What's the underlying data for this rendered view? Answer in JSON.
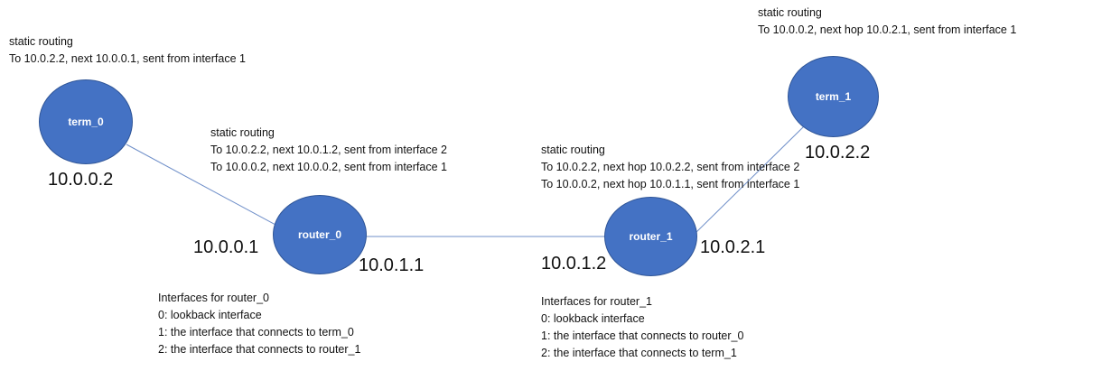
{
  "colors": {
    "node_fill": "#4472c4",
    "node_border": "#2f5597",
    "link": "#6f8fc9",
    "text": "#111111"
  },
  "nodes": {
    "term_0": {
      "label": "term_0"
    },
    "router_0": {
      "label": "router_0"
    },
    "router_1": {
      "label": "router_1"
    },
    "term_1": {
      "label": "term_1"
    }
  },
  "ip_addresses": {
    "term_0": "10.0.0.2",
    "router_0_if1": "10.0.0.1",
    "router_0_if2": "10.0.1.1",
    "router_1_if1": "10.0.1.2",
    "router_1_if2": "10.0.2.1",
    "term_1": "10.0.2.2"
  },
  "routing_notes": {
    "term_0": {
      "title": "static routing",
      "lines": [
        "To 10.0.2.2, next 10.0.0.1, sent from interface 1"
      ]
    },
    "router_0": {
      "title": "static routing",
      "lines": [
        "To 10.0.2.2, next 10.0.1.2, sent from interface 2",
        "To 10.0.0.2, next 10.0.0.2, sent from interface 1"
      ]
    },
    "router_1": {
      "title": "static routing",
      "lines": [
        "To 10.0.2.2, next  hop 10.0.2.2, sent from interface 2",
        "To 10.0.0.2, next hop 10.0.1.1, sent from interface 1"
      ]
    },
    "term_1": {
      "title": "static routing",
      "lines": [
        "To 10.0.0.2, next hop 10.0.2.1, sent from interface 1"
      ]
    }
  },
  "interface_notes": {
    "router_0": {
      "title": "Interfaces for router_0",
      "lines": [
        "0: lookback interface",
        "1: the interface that connects to term_0",
        "2: the interface that connects to router_1"
      ]
    },
    "router_1": {
      "title": "Interfaces for router_1",
      "lines": [
        "0: lookback interface",
        "1: the interface that connects to router_0",
        "2: the interface that connects to term_1"
      ]
    }
  }
}
